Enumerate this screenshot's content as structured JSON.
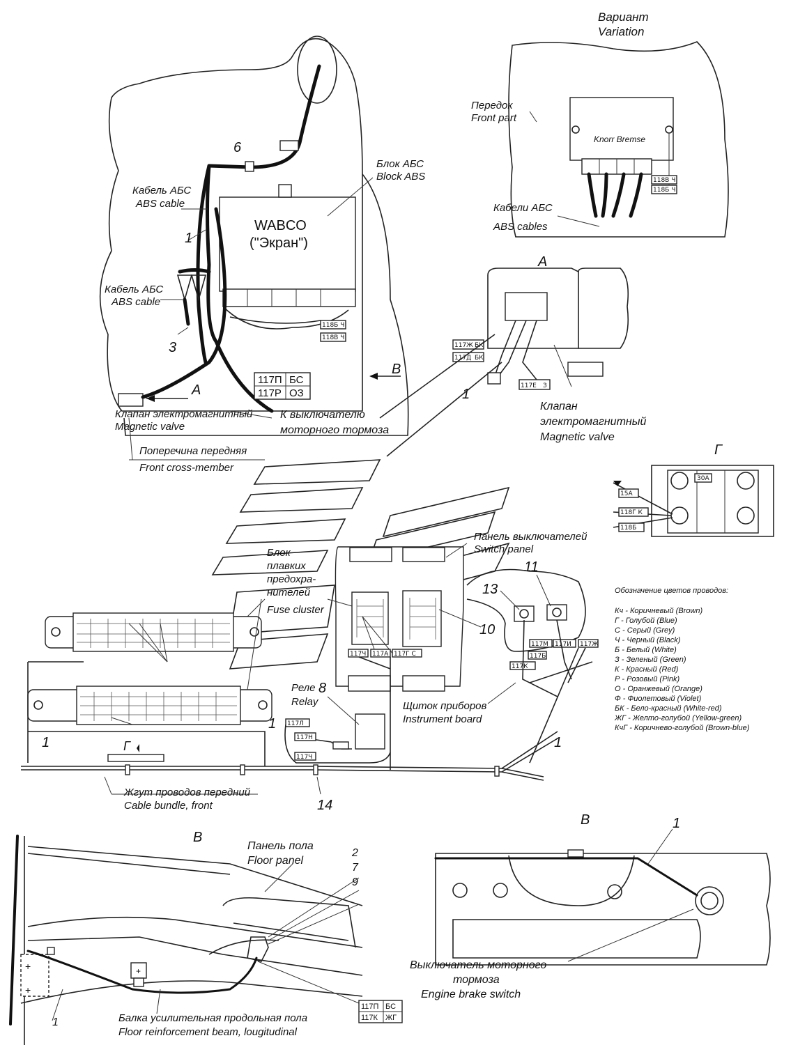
{
  "top_left": {
    "block_label": [
      "Блок АБС",
      "Block ABS"
    ],
    "wabco": [
      "WABCO",
      "(\"Экран\")"
    ],
    "cable1": [
      "Кабель АБС",
      "ABS cable"
    ],
    "cable2": [
      "Кабель АБС",
      "ABS cable"
    ],
    "valve": [
      "Клапан электромагнитный",
      "Magnetic valve"
    ],
    "to_switch": [
      "К выключателю",
      "моторного тормоза"
    ],
    "cross_member": [
      "Поперечина передняя",
      "Front cross-member"
    ],
    "arrow_a": "А",
    "arrow_b": "В",
    "num_1": "1",
    "num_3": "3",
    "num_6": "6",
    "wire_table": [
      [
        "117П",
        "БС"
      ],
      [
        "117Р",
        "ОЗ"
      ]
    ],
    "tag_118g": "118Б Ч",
    "tag_118v": "118В Ч"
  },
  "variant": {
    "title": [
      "Вариант",
      "Variation"
    ],
    "front": [
      "Передок",
      "Front part"
    ],
    "knorr": "Knorr Bremse",
    "cables": [
      "Кабели АБС",
      "ABS cables"
    ],
    "tag1": "118В Ч",
    "tag2": "118Б Ч"
  },
  "view_a": {
    "title": "А",
    "tag1": [
      "117Ж",
      "БК"
    ],
    "tag2": [
      "117Д",
      "БК"
    ],
    "tag3": [
      "117Е",
      "З"
    ],
    "num_1": "1",
    "valve": [
      "Клапан",
      "электромагнитный",
      "Magnetic valve"
    ]
  },
  "view_g": {
    "title": "Г",
    "fuse": "30А",
    "tag1": "15А",
    "tag2": "118Г К",
    "tag3": "118Б"
  },
  "middle": {
    "switch_panel": [
      "Панель выключателей",
      "Switch panel"
    ],
    "fuse_cluster": [
      "Блок",
      "плавких",
      "предохра-",
      "нителей",
      "Fuse cluster"
    ],
    "relay": [
      "Реле",
      "Relay"
    ],
    "num_8": "8",
    "num_10": "10",
    "num_11": "11",
    "num_13": "13",
    "num_14": "14",
    "num_1a": "1",
    "num_1b": "1",
    "num_1c": "1",
    "instrument": [
      "Щиток приборов",
      "Instrument board"
    ],
    "bundle": [
      "Жгут проводов передний",
      "Cable bundle, front"
    ],
    "g_marker": "Г",
    "tags": [
      "117Ч",
      "117А",
      "117Г С",
      "117М",
      "117И",
      "117Ж",
      "117Б",
      "117К",
      "117Л",
      "117Н"
    ]
  },
  "legend": {
    "title": "Обозначение цветов проводов:",
    "items": [
      "Кч  - Коричневый (Brown)",
      "Г   - Голубой (Blue)",
      "С   - Серый (Grey)",
      "Ч   - Черный (Black)",
      "Б   - Белый (White)",
      "З   - Зеленый (Green)",
      "К   - Красный (Red)",
      "Р   - Розовый (Pink)",
      "О   - Оранжевый (Orange)",
      "Ф   - Фиолетовый (Violet)",
      "БК  - Бело-красный (White-red)",
      "ЖГ  - Желто-голубой (Yellow-green)",
      "КчГ - Коричнево-голубой (Brown-blue)"
    ]
  },
  "bottom_left": {
    "title": "В",
    "floor_panel": [
      "Панель пола",
      "Floor panel"
    ],
    "nums": [
      "2",
      "7",
      "9"
    ],
    "num_1": "1",
    "beam": [
      "Балка усилительная продольная пола",
      "Floor reinforcement beam, lougitudinal"
    ],
    "wire_table": [
      [
        "117П",
        "БС"
      ],
      [
        "117К",
        "ЖГ"
      ]
    ]
  },
  "bottom_right": {
    "title": "В",
    "num_1": "1",
    "switch": [
      "Выключатель моторного",
      "тормоза",
      "Engine brake switch"
    ]
  }
}
